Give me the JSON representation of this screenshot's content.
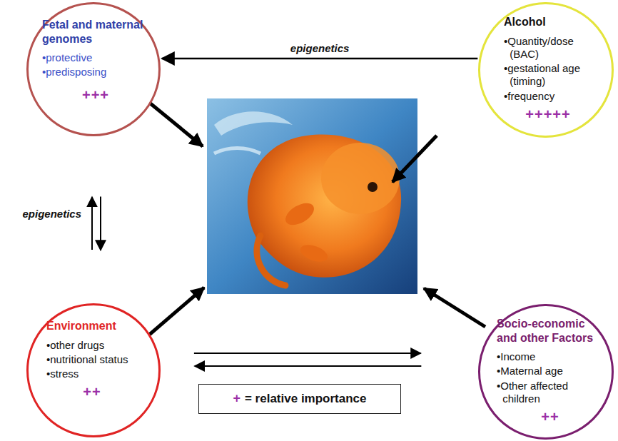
{
  "diagram": {
    "nodes": [
      {
        "text": [
          "Fetal and maternal genomes",
          "•protective",
          "•predisposing",
          "+++"
        ]
      },
      {
        "text": [
          "Alcohol",
          "•Quantity/dose (BAC)",
          "•gestational age (timing)",
          "•frequency",
          "+++++"
        ]
      },
      {
        "text": [
          "Environment",
          "•other drugs",
          "•nutritional status",
          "•stress",
          "++"
        ]
      },
      {
        "text": [
          "Socio-economic and other Factors",
          "•Income",
          "•Maternal age",
          "•Other affected children",
          "++"
        ]
      }
    ],
    "edges": [
      {
        "from": 1,
        "to": 0,
        "arrow": "to",
        "label": "epigenetics"
      },
      {
        "from": 2,
        "to": 0,
        "arrow": "to",
        "label": "epigenetics"
      },
      {
        "from": 0,
        "to": 2,
        "arrow": "to"
      },
      {
        "from": 2,
        "to": 3,
        "arrow": "to"
      },
      {
        "from": 3,
        "to": 2,
        "arrow": "to"
      }
    ],
    "labels": [
      "+",
      "= relative importance"
    ]
  }
}
